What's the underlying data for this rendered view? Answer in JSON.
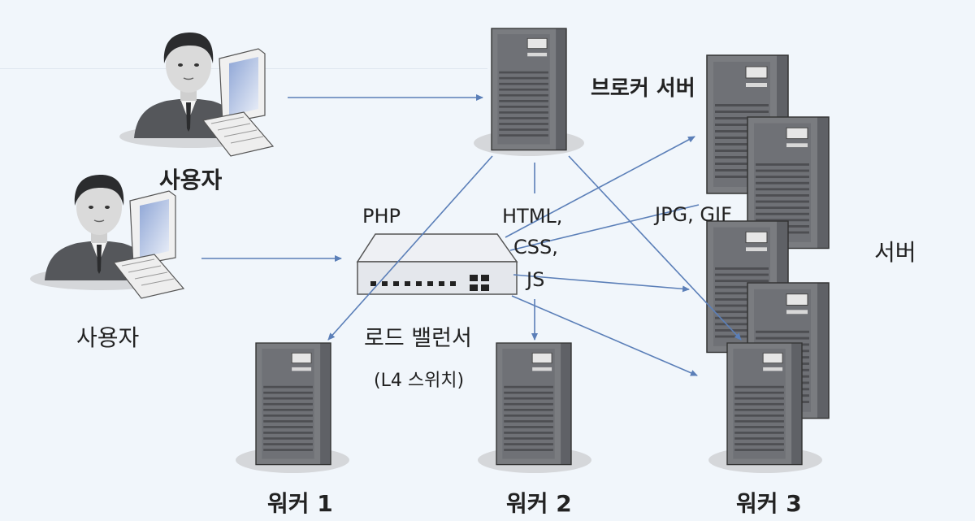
{
  "labels": {
    "broker_server": "브로커 서버",
    "user_top": "사용자",
    "user_bottom": "사용자",
    "php": "PHP",
    "html": "HTML,",
    "css": "CSS,",
    "js": "JS",
    "jpg_gif": "JPG, GIF",
    "server": "서버",
    "load_balancer": "로드 밸런서",
    "l4_switch": "(L4 스위치)",
    "worker1": "워커 1",
    "worker2": "워커 2",
    "worker3": "워커 3"
  },
  "colors": {
    "arrow": "#5b7fb8",
    "server_body": "#7a7c80",
    "server_dark": "#3a3b3e",
    "shadow": "#d5d7da",
    "background": "#f1f6fb"
  },
  "icons": [
    "user-computer-icon",
    "server-tower-icon",
    "network-switch-icon"
  ]
}
